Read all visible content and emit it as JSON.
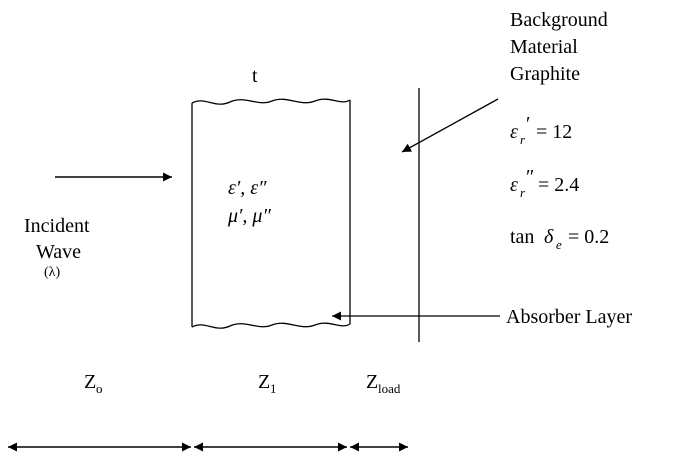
{
  "top_label": "t",
  "right_annotation": {
    "line1": "Background",
    "line2": "Material",
    "line3": "Graphite",
    "eps_real": "= 12",
    "eps_imag": "= 2.4",
    "tan_prefix": "tan",
    "tan_value": "= 0.2"
  },
  "material_params": {
    "eps_line": "ε′, ε″",
    "mu_line": "μ′, μ″"
  },
  "incident": {
    "line1": "Incident",
    "line2": "Wave",
    "line3": "(λ)"
  },
  "absorber_label": "Absorber Layer",
  "impedances": {
    "z0_base": "Z",
    "z0_sub": "o",
    "z1_base": "Z",
    "z1_sub": "1",
    "zload_base": "Z",
    "zload_sub": "load"
  },
  "symbols": {
    "epsilon": "ε",
    "r": "r",
    "prime": "′",
    "dprime": "″",
    "delta": "δ",
    "e": "e"
  },
  "colors": {
    "line": "#000000",
    "background": "#ffffff"
  }
}
